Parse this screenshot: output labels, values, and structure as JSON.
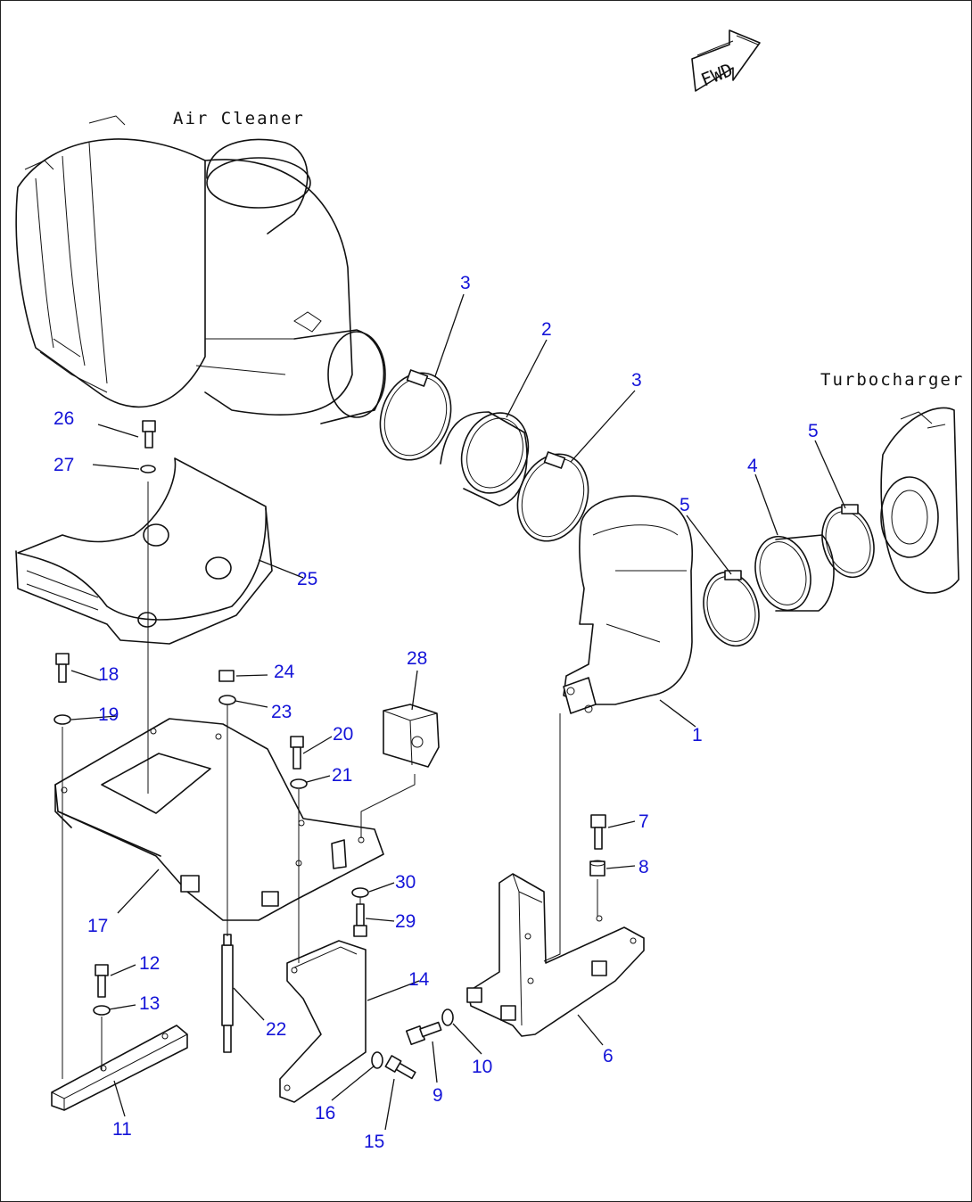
{
  "figure": {
    "captions": {
      "air_cleaner": "Air Cleaner",
      "turbocharger": "Turbocharger",
      "forward_arrow": "FWD"
    },
    "callouts": {
      "c1": "1",
      "c2": "2",
      "c3a": "3",
      "c3b": "3",
      "c4": "4",
      "c5a": "5",
      "c5b": "5",
      "c6": "6",
      "c7": "7",
      "c8": "8",
      "c9": "9",
      "c10": "10",
      "c11": "11",
      "c12": "12",
      "c13": "13",
      "c14": "14",
      "c15": "15",
      "c16": "16",
      "c17": "17",
      "c18": "18",
      "c19": "19",
      "c20": "20",
      "c21": "21",
      "c22": "22",
      "c23": "23",
      "c24": "24",
      "c25": "25",
      "c26": "26",
      "c27": "27",
      "c28": "28",
      "c29": "29",
      "c30": "30"
    },
    "colors": {
      "callout": "#1414d8",
      "line": "#111111"
    }
  }
}
